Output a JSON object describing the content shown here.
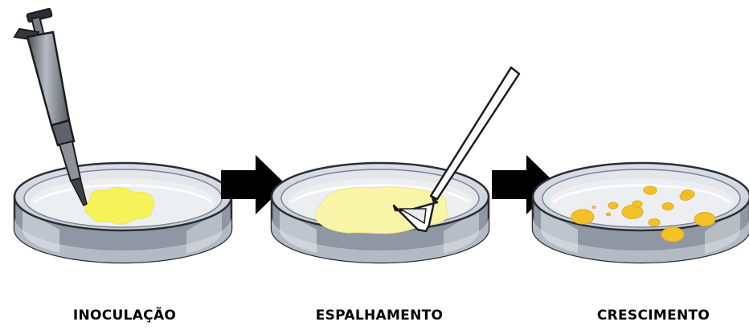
{
  "steps": [
    {
      "label": "INOCULAÇÃO",
      "tool": "micropipette-icon"
    },
    {
      "label": "ESPALHAMENTO",
      "tool": "spreader-icon"
    },
    {
      "label": "CRESCIMENTO",
      "tool": "colonies"
    }
  ],
  "colors": {
    "inoculum": "#f6f25a",
    "spread_lawn": "#f8f4a8",
    "colony": "#f2c027",
    "arrow": "#000000"
  }
}
